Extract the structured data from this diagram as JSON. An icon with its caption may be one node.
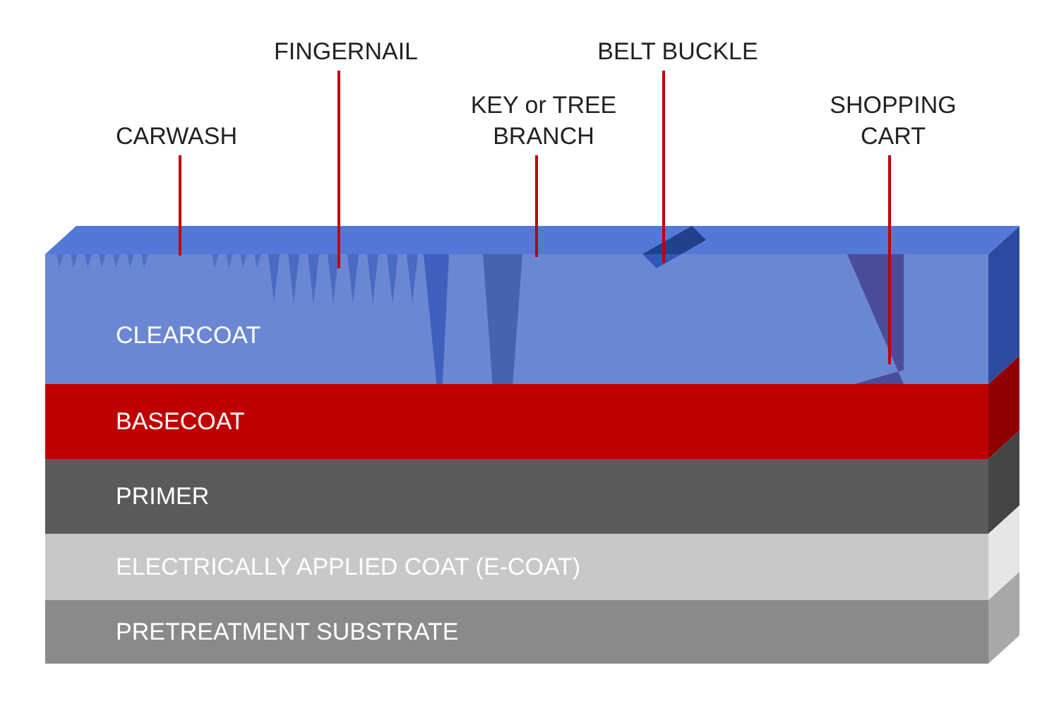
{
  "diagram": {
    "nodes": [
      {
        "text": [
          "CARWASH"
        ]
      },
      {
        "text": [
          "FINGERNAIL"
        ]
      },
      {
        "text": [
          "KEY or TREE BRANCH"
        ]
      },
      {
        "text": [
          "BELT BUCKLE"
        ]
      },
      {
        "text": [
          "SHOPPING CART"
        ]
      },
      {
        "text": [
          "CLEARCOAT"
        ]
      },
      {
        "text": [
          "BASECOAT"
        ]
      },
      {
        "text": [
          "PRIMER"
        ]
      },
      {
        "text": [
          "ELECTRICALLY APPLIED COAT (E-COAT)"
        ]
      },
      {
        "text": [
          "PRETREATMENT SUBSTRATE"
        ]
      }
    ],
    "edges": [
      {
        "from": 0,
        "to": 5,
        "arrow": "none"
      },
      {
        "from": 1,
        "to": 5,
        "arrow": "none"
      },
      {
        "from": 2,
        "to": 5,
        "arrow": "none"
      },
      {
        "from": 3,
        "to": 5,
        "arrow": "none"
      },
      {
        "from": 4,
        "to": 5,
        "arrow": "none"
      }
    ]
  }
}
